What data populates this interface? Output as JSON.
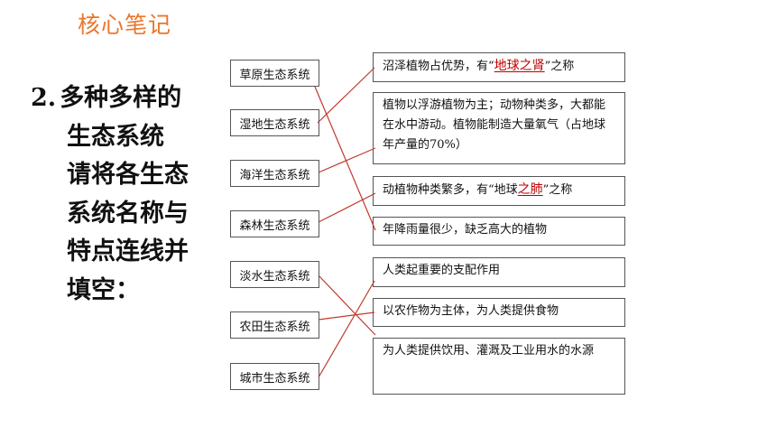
{
  "header": {
    "title": "核心笔记"
  },
  "question": {
    "number": "2.",
    "lines": [
      "多种多样的",
      "生态系统",
      "请将各生态",
      "系统名称与",
      "特点连线并",
      "填空："
    ]
  },
  "systems": [
    "草原生态系统",
    "湿地生态系统",
    "海洋生态系统",
    "森林生态系统",
    "淡水生态系统",
    "农田生态系统",
    "城市生态系统"
  ],
  "traits": {
    "t0": {
      "before": "沼泽植物占优势，有“",
      "answer": "地球之肾",
      "after": "”之称"
    },
    "t1": {
      "text": "植物以浮游植物为主；动物种类多，大都能在水中游动。植物能制造大量氧气（占地球年产量的70%）"
    },
    "t2": {
      "before": "动植物种类繁多，有“地球",
      "answer": "之肺",
      "after": "”之称"
    },
    "t3": {
      "text": "年降雨量很少，缺乏高大的植物"
    },
    "t4": {
      "text": "人类起重要的支配作用"
    },
    "t5": {
      "text": "以农作物为主体，为人类提供食物"
    },
    "t6": {
      "text": "为人类提供饮用、灌溉及工业用水的水源"
    }
  },
  "colors": {
    "title": "#e8772e",
    "answer": "#c00000",
    "line": "#c0392b"
  }
}
